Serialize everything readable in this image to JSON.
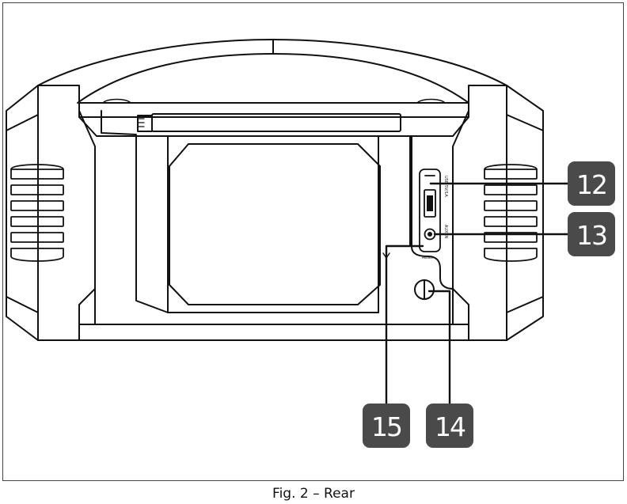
{
  "caption": {
    "fig_label": "Fig. 2",
    "separator": "–",
    "title": "Rear"
  },
  "callouts": [
    {
      "id": "12",
      "label": "12"
    },
    {
      "id": "13",
      "label": "13"
    },
    {
      "id": "14",
      "label": "14"
    },
    {
      "id": "15",
      "label": "15"
    }
  ],
  "port_labels": {
    "usb": "USB 5V/1A",
    "aux": "AUX IN",
    "reset": "Reset"
  },
  "colors": {
    "callout_fill": "#4a4a4a",
    "line": "#111111",
    "background": "#ffffff"
  }
}
